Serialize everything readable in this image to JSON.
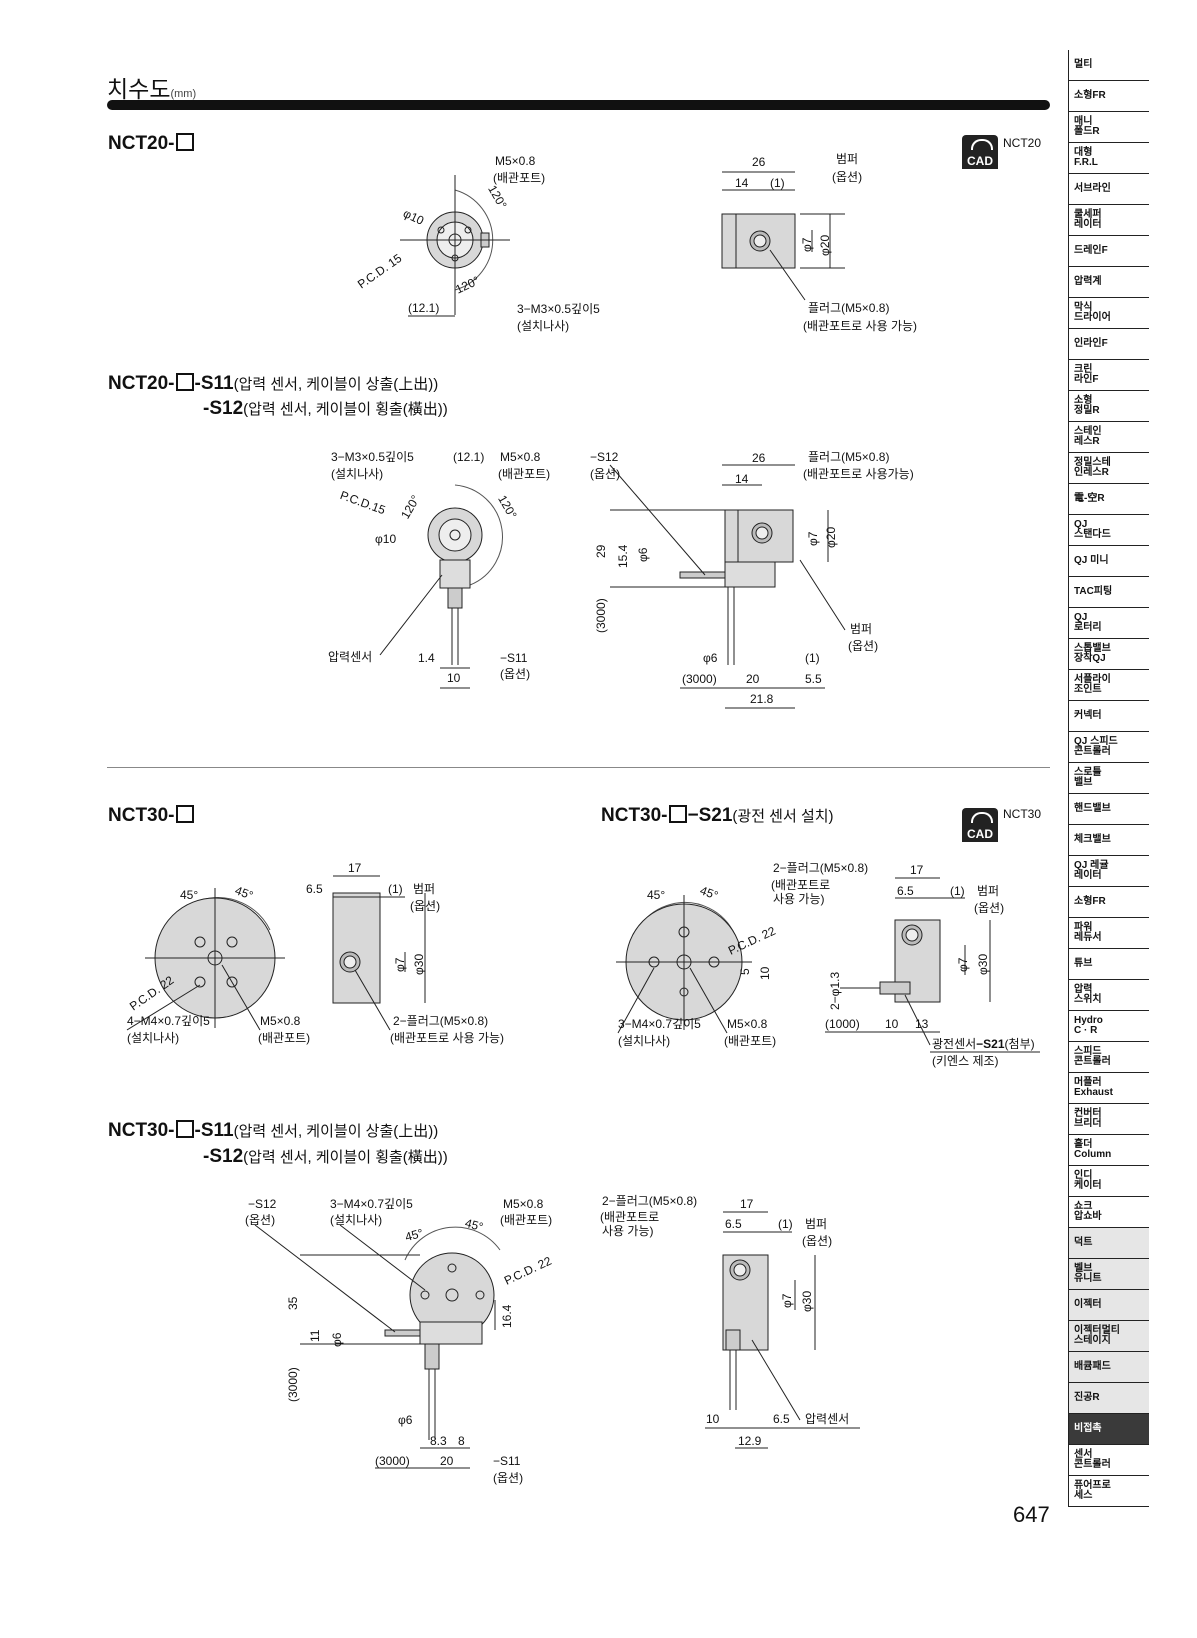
{
  "header": {
    "title": "치수도",
    "unit": "(mm)"
  },
  "sections": {
    "nct20": {
      "model": "NCT20-",
      "cad": "CAD",
      "code": "NCT20"
    },
    "nct20s": {
      "model": "NCT20-",
      "suffix1": "-S11",
      "desc1": "(압력 센서, 케이블이 상출(上出))",
      "suffix2": "-S12",
      "desc2": "(압력 센서, 케이블이 횡출(橫出))"
    },
    "nct30": {
      "model": "NCT30-",
      "cad": "CAD",
      "code": "NCT30"
    },
    "nct30s21": {
      "model": "NCT30-",
      "suffix": "−S21",
      "desc": "(광전 센서 설치)"
    },
    "nct30s": {
      "model": "NCT30-",
      "suffix1": "-S11",
      "desc1": "(압력 센서, 케이블이 상출(上出))",
      "suffix2": "-S12",
      "desc2": "(압력 센서, 케이블이 횡출(橫出))"
    }
  },
  "drawings": {
    "a": [
      "M5×0.8",
      "(배관포트)",
      "120°",
      "φ10",
      "P.C.D. 15",
      "120°",
      "(12.1)",
      "3−M3×0.5깊이5",
      "(설치나사)"
    ],
    "b": [
      "26",
      "범퍼",
      "(옵션)",
      "14",
      "(1)",
      "φ7",
      "φ20",
      "플러그(M5×0.8)",
      "(배관포트로 사용 가능)"
    ],
    "c": [
      "3−M3×0.5깊이5",
      "(설치나사)",
      "(12.1)",
      "M5×0.8",
      "(배관포트)",
      "P.C.D.15",
      "120°",
      "120°",
      "φ10",
      "압력센서",
      "1.4",
      "10",
      "−S11",
      "(옵션)"
    ],
    "d": [
      "−S12",
      "(옵션)",
      "26",
      "플러그(M5×0.8)",
      "(배관포트로 사용가능)",
      "14",
      "29",
      "15.4",
      "φ6",
      "φ7",
      "φ20",
      "(3000)",
      "범퍼",
      "(옵션)",
      "φ6",
      "(1)",
      "(3000)",
      "20",
      "5.5",
      "21.8"
    ],
    "e": [
      "45°",
      "45°",
      "P.C.D. 22",
      "4−M4×0.7깊이5",
      "(설치나사)",
      "M5×0.8",
      "(배관포트)"
    ],
    "f": [
      "17",
      "6.5",
      "(1)",
      "범퍼",
      "(옵션)",
      "φ7",
      "φ30",
      "2−플러그(M5×0.8)",
      "(배관포트로 사용 가능)"
    ],
    "g": [
      "45°",
      "45°",
      "P.C.D. 22",
      "5",
      "10",
      "3−M4×0.7깊이5",
      "(설치나사)",
      "M5×0.8",
      "(배관포트)"
    ],
    "h": [
      "2−플러그(M5×0.8)",
      "(배관포트로",
      "사용 가능)",
      "17",
      "6.5",
      "(1)",
      "범퍼",
      "(옵션)",
      "φ7",
      "φ30",
      "2−φ1.3",
      "(1000)",
      "10",
      "13",
      "광전센서",
      "−S21",
      "(첨부)",
      "(키엔스 제조)"
    ],
    "i": [
      "−S12",
      "(옵션)",
      "3−M4×0.7깊이5",
      "(설치나사)",
      "M5×0.8",
      "(배관포트)",
      "45°",
      "45°",
      "P.C.D. 22",
      "35",
      "11",
      "φ6",
      "16.4",
      "(3000)",
      "φ6",
      "8.3",
      "8",
      "(3000)",
      "20",
      "−S11",
      "(옵션)"
    ],
    "j": [
      "2−플러그(M5×0.8)",
      "(배관포트로",
      "사용 가능)",
      "17",
      "6.5",
      "(1)",
      "범퍼",
      "(옵션)",
      "φ7",
      "φ30",
      "10",
      "6.5",
      "압력센서",
      "12.9"
    ]
  },
  "sidebar": [
    "멀티",
    "소형FR",
    "매니\n폴드R",
    "대형\nF.R.L",
    "서브라인",
    "쿨세퍼\n레이터",
    "드레인F",
    "압력계",
    "막식\n드라이어",
    "인라인F",
    "크린\n라인F",
    "소형\n정밀R",
    "스테인\n레스R",
    "정밀스테\n인레스R",
    "電-空R",
    "QJ\n스탠다드",
    "QJ 미니",
    "TAC피팅",
    "QJ\n로터리",
    "스톱밸브\n장착QJ",
    "서플라이\n조인트",
    "커넥터",
    "QJ 스피드\n콘트롤러",
    "스로틀\n밸브",
    "핸드밸브",
    "체크밸브",
    "QJ 레귤\n레이터",
    "소형FR",
    "파워\n레듀서",
    "튜브",
    "압력\n스위치",
    "Hydro\nC · R",
    "스피드\n콘트롤러",
    "머플러\nExhaust",
    "컨버터\n브리더",
    "홀더\nColumn",
    "인디\n케이터",
    "쇼크\n압쇼바",
    "덕트",
    "벨브\n유니트",
    "이젝터",
    "이젝터멀티\n스테이지",
    "배큠패드",
    "진공R",
    "비접촉",
    "센서\n콘트롤러",
    "퓨어프로\n세스"
  ],
  "page_number": "647"
}
